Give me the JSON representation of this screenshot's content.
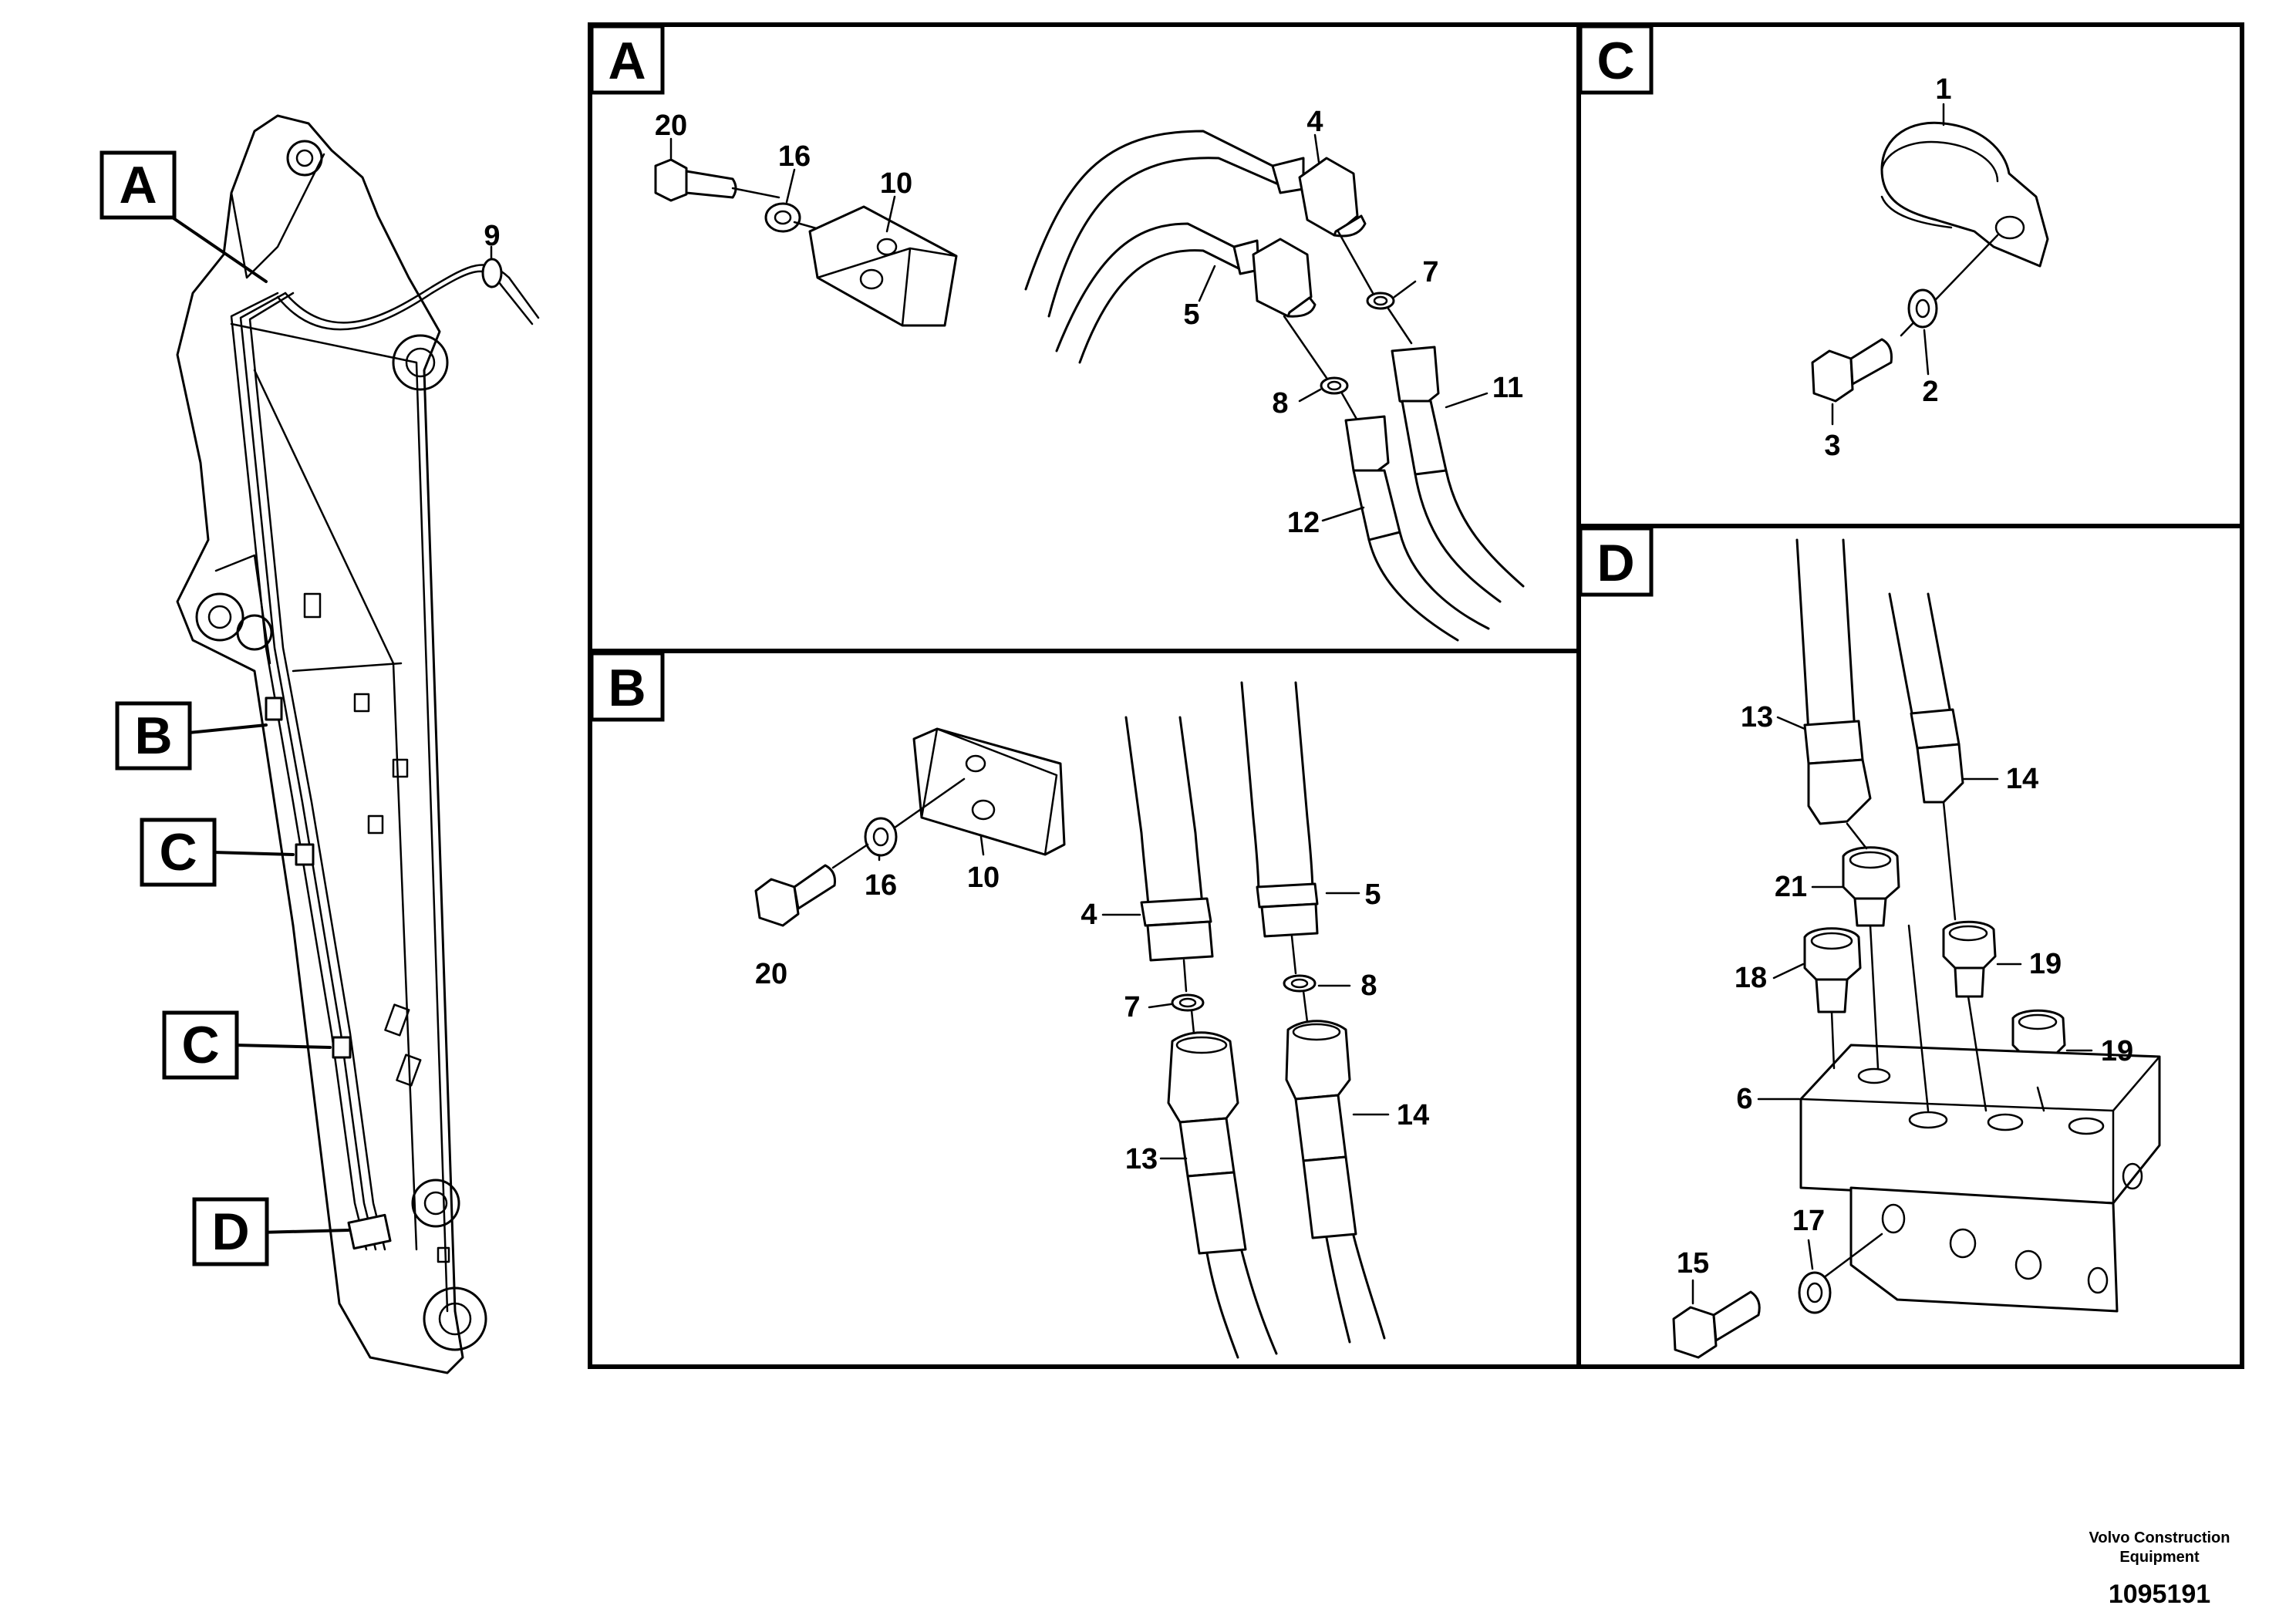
{
  "overview_labels": {
    "a": "A",
    "b": "B",
    "c1": "C",
    "c2": "C",
    "d": "D",
    "part9": "9"
  },
  "panels": {
    "A": {
      "label": "A",
      "parts": [
        "20",
        "16",
        "10",
        "4",
        "5",
        "7",
        "8",
        "11",
        "12"
      ]
    },
    "B": {
      "label": "B",
      "parts": [
        "10",
        "16",
        "20",
        "4",
        "5",
        "7",
        "8",
        "13",
        "14"
      ]
    },
    "C": {
      "label": "C",
      "parts": [
        "1",
        "2",
        "3"
      ]
    },
    "D": {
      "label": "D",
      "parts": [
        "13",
        "14",
        "21",
        "18",
        "19",
        "19",
        "6",
        "17",
        "15"
      ]
    }
  },
  "footer": {
    "company_line1": "Volvo Construction",
    "company_line2": "Equipment",
    "drawing_number": "1095191"
  }
}
